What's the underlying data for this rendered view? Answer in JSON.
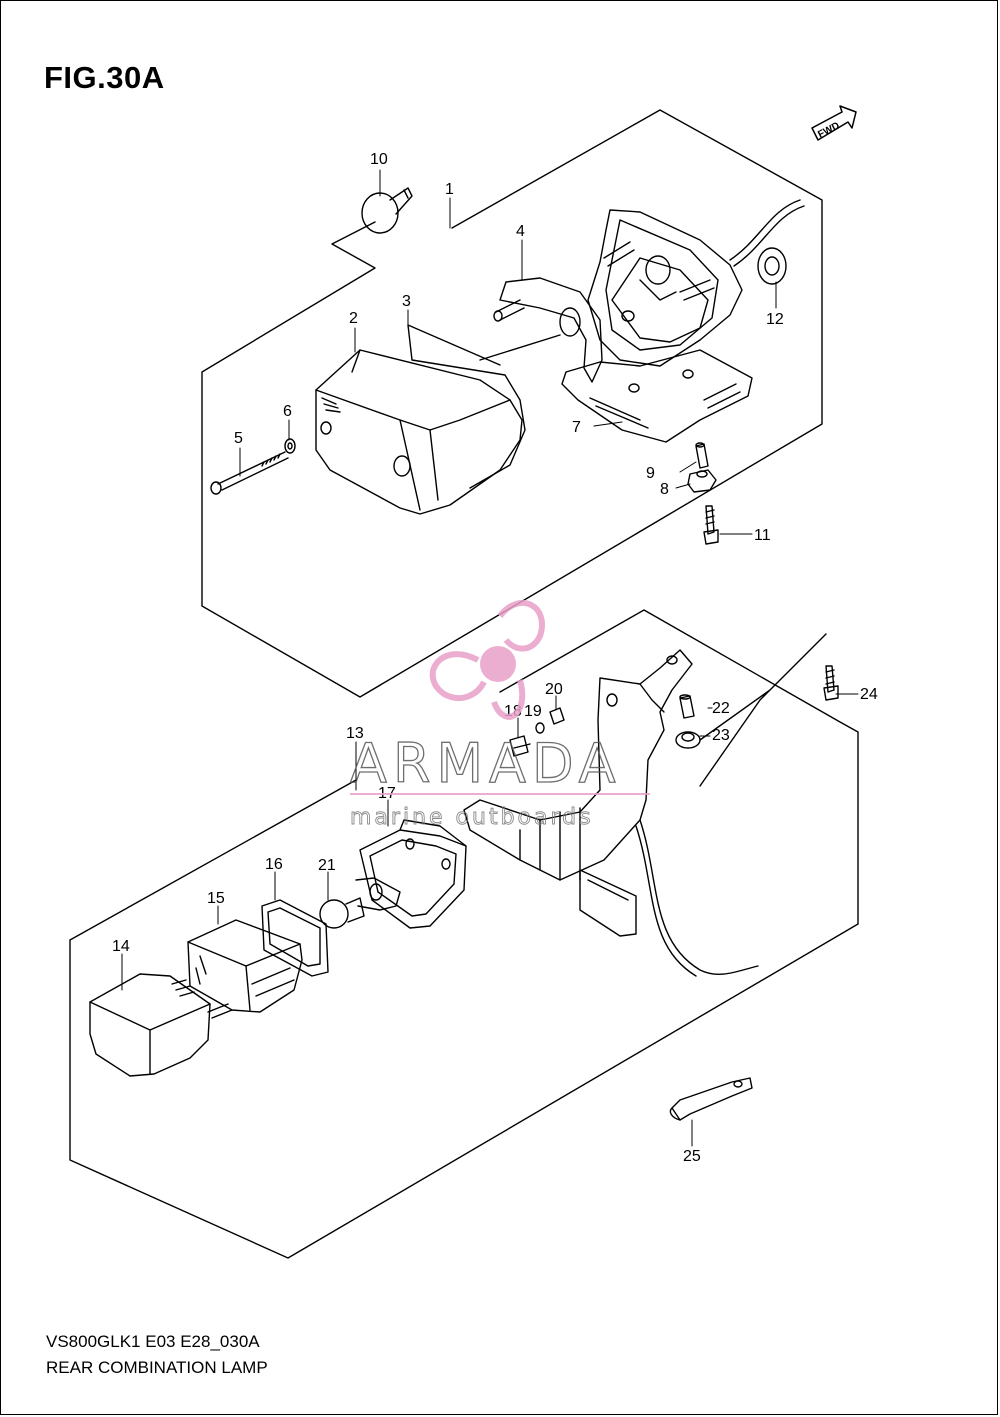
{
  "figure": {
    "title": "FIG.30A",
    "fwd_label": "FWD"
  },
  "callouts": [
    "1",
    "2",
    "3",
    "4",
    "5",
    "6",
    "7",
    "8",
    "9",
    "10",
    "11",
    "12",
    "13",
    "14",
    "15",
    "16",
    "17",
    "18",
    "19",
    "20",
    "21",
    "22",
    "23",
    "24",
    "25"
  ],
  "watermark": {
    "brand": "ARMADA",
    "tagline": "marine outboards",
    "color": "#e8a0c8"
  },
  "footer": {
    "model_code": "VS800GLK1 E03 E28_030A",
    "caption": "REAR COMBINATION LAMP"
  }
}
